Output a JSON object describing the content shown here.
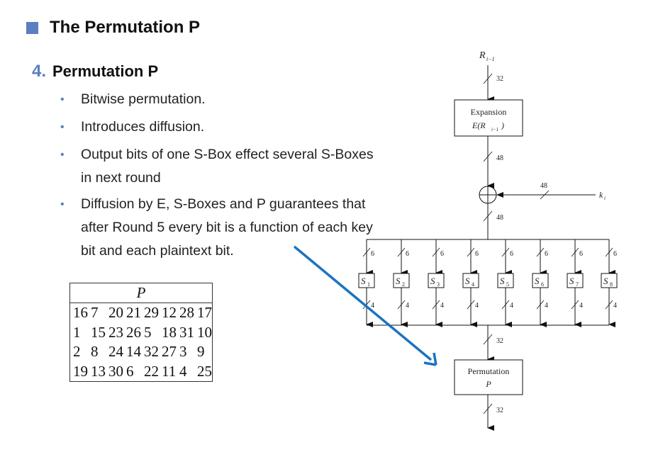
{
  "title": "The Permutation P",
  "section": {
    "number": "4.",
    "heading": "Permutation P"
  },
  "bullets": [
    {
      "lines": [
        "Bitwise permutation."
      ]
    },
    {
      "lines": [
        "Introduces diffusion."
      ]
    },
    {
      "lines": [
        "Output bits of one S-Box effect several S-Boxes",
        "in next round"
      ]
    },
    {
      "lines": [
        "Diffusion by E, S-Boxes and P guarantees that",
        "after Round 5 every bit is a function of each key",
        "bit and each plaintext bit."
      ]
    }
  ],
  "p_table": {
    "header": "P",
    "rows": [
      [
        "16",
        "7",
        "20",
        "21",
        "29",
        "12",
        "28",
        "17"
      ],
      [
        "1",
        "15",
        "23",
        "26",
        "5",
        "18",
        "31",
        "10"
      ],
      [
        "2",
        "8",
        "24",
        "14",
        "32",
        "27",
        "3",
        "9"
      ],
      [
        "19",
        "13",
        "30",
        "6",
        "22",
        "11",
        "4",
        "25"
      ]
    ]
  },
  "diagram": {
    "input_label": "R",
    "input_sub": "i−1",
    "width_32": "32",
    "width_48": "48",
    "width_6": "6",
    "width_4": "4",
    "expansion_label": "Expansion",
    "expansion_formula": "E(R",
    "expansion_sub": "i−1",
    "expansion_close": ")",
    "key_label": "k",
    "key_sub": "i",
    "sboxes": [
      "1",
      "2",
      "3",
      "4",
      "5",
      "6",
      "7",
      "8"
    ],
    "sbox_letter": "S",
    "permutation_label": "Permutation",
    "permutation_symbol": "P"
  },
  "colors": {
    "accent": "#5b7fbf",
    "arrow": "#1a73c0"
  }
}
